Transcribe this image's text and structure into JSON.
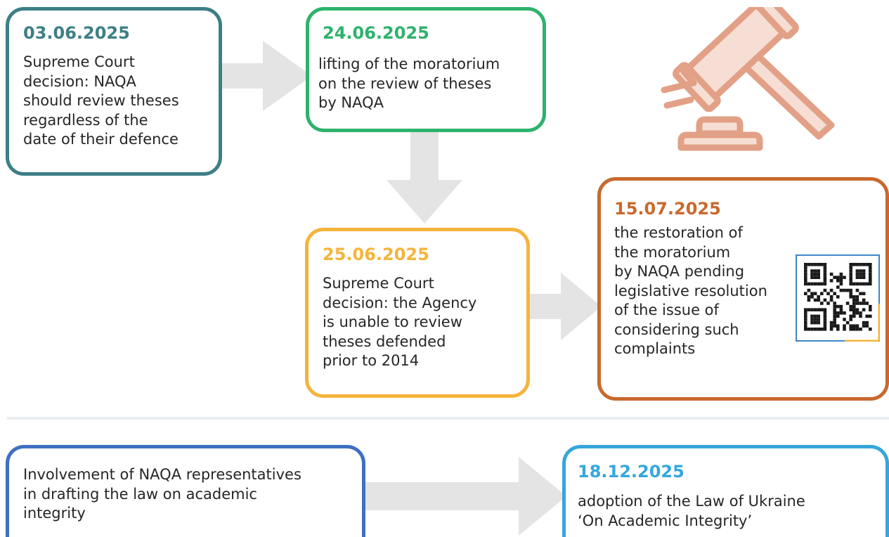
{
  "colors": {
    "teal": "#3d7f86",
    "green": "#2fb26d",
    "yellow": "#f5b43c",
    "orange": "#c9692d",
    "blue": "#3f6fc3",
    "light_blue": "#35a7dc",
    "arrow_gray": "#e4e4e4",
    "gavel": "#e2a086"
  },
  "events": [
    {
      "date": "03.06.2025",
      "text": "Supreme Court\ndecision: NAQA\nshould review theses\nregardless of the\ndate of their defence"
    },
    {
      "date": "24.06.2025",
      "text": "lifting of the moratorium\non the review of theses\nby NAQA"
    },
    {
      "date": "25.06.2025",
      "text": "Supreme Court\ndecision: the Agency\nis unable to review\ntheses defended\nprior to 2014"
    },
    {
      "date": "15.07.2025",
      "text": "the restoration of\nthe moratorium\nby NAQA pending\nlegislative resolution\nof the issue of\nconsidering such\ncomplaints"
    },
    {
      "date": "",
      "text": "Involvement of NAQA representatives\nin drafting the law on academic\nintegrity"
    },
    {
      "date": "18.12.2025",
      "text": "adoption of the Law of Ukraine\n‘On Academic Integrity’"
    }
  ],
  "icons": [
    "gavel-icon",
    "qr-code-icon",
    "arrow-right-icon",
    "arrow-down-icon"
  ]
}
